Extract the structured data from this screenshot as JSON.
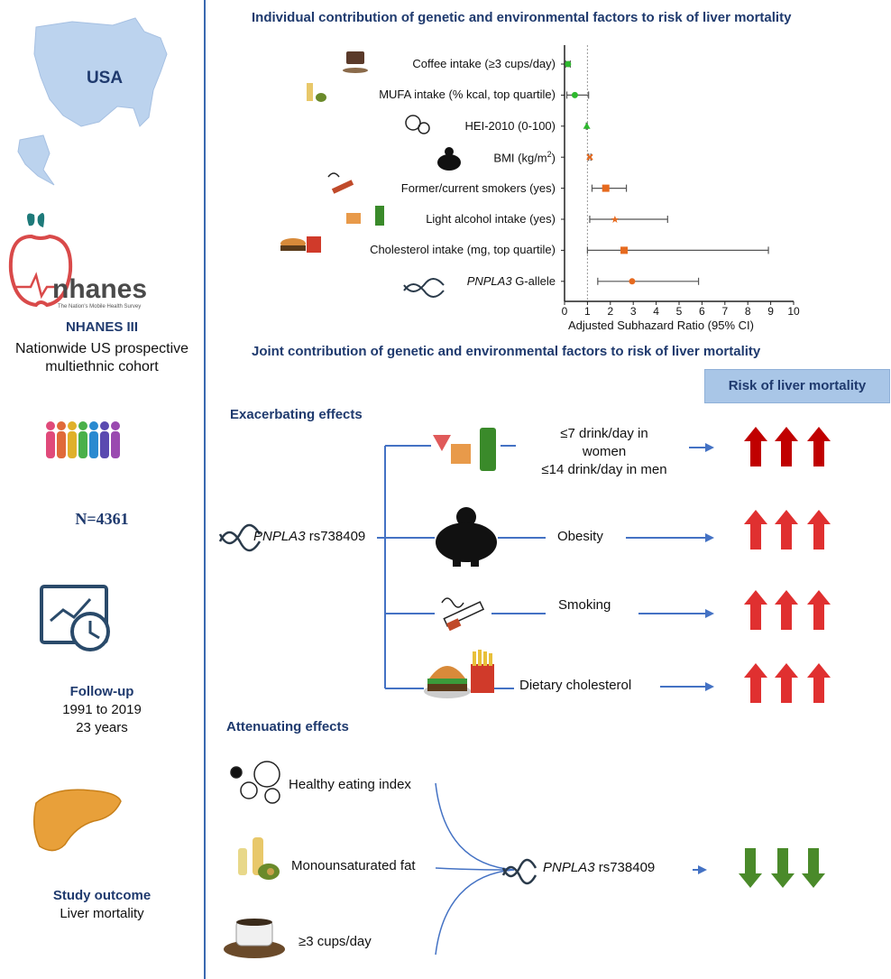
{
  "left": {
    "map_label": "USA",
    "logo_text": "nhanes",
    "logo_tagline": "The Nation's Mobile Health Survey",
    "cohort_title": "NHANES III",
    "cohort_desc_1": "Nationwide US prospective",
    "cohort_desc_2": "multiethnic cohort",
    "sample_size": "N=4361",
    "followup_title": "Follow-up",
    "followup_years": "1991 to 2019",
    "followup_duration": "23 years",
    "outcome_title": "Study outcome",
    "outcome_value": "Liver mortality"
  },
  "forest": {
    "title": "Individual contribution of genetic and environmental factors to risk of liver mortality",
    "xlabel": "Adjusted Subhazard Ratio (95% CI)"
  },
  "chart_data": {
    "type": "scatter",
    "title": "Individual contribution of genetic and environmental factors to risk of liver mortality",
    "xlabel": "Adjusted Subhazard Ratio (95% CI)",
    "xlim": [
      0,
      10
    ],
    "xticks": [
      "0",
      "1",
      "2",
      "3",
      "4",
      "5",
      "6",
      "7",
      "8",
      "9",
      "10"
    ],
    "reference_line": 1,
    "rows": [
      {
        "label_pre": "",
        "label_italic": "",
        "label_post": "Coffee intake (≥3 cups/day)",
        "est": 0.15,
        "lo": 0.05,
        "hi": 0.25,
        "marker": "circle",
        "color": "#2eb82e"
      },
      {
        "label_pre": "",
        "label_italic": "",
        "label_post": "MUFA  intake (% kcal, top quartile)",
        "est": 0.45,
        "lo": 0.1,
        "hi": 1.05,
        "marker": "circle",
        "color": "#2eb82e"
      },
      {
        "label_pre": "",
        "label_italic": "",
        "label_post": "HEI-2010 (0-100)",
        "est": 0.97,
        "lo": 0.95,
        "hi": 0.99,
        "marker": "triangle",
        "color": "#2eb82e"
      },
      {
        "label_pre": "BMI (kg/m",
        "label_italic": "",
        "label_post": "",
        "label_sup": "2",
        "label_end": ")",
        "est": 1.1,
        "lo": 1.05,
        "hi": 1.15,
        "marker": "x",
        "color": "#e66a1f"
      },
      {
        "label_pre": "",
        "label_italic": "",
        "label_post": "Former/current smokers (yes)",
        "est": 1.8,
        "lo": 1.2,
        "hi": 2.7,
        "marker": "square",
        "color": "#e66a1f"
      },
      {
        "label_pre": "",
        "label_italic": "",
        "label_post": "Light alcohol intake (yes)",
        "est": 2.2,
        "lo": 1.1,
        "hi": 4.5,
        "marker": "star",
        "color": "#e66a1f"
      },
      {
        "label_pre": "",
        "label_italic": "",
        "label_post": "Cholesterol intake (mg, top quartile)",
        "est": 2.6,
        "lo": 1.0,
        "hi": 8.9,
        "marker": "square",
        "color": "#e66a1f"
      },
      {
        "label_pre": "",
        "label_italic": "PNPLA3",
        "label_post": " G-allele",
        "est": 2.95,
        "lo": 1.45,
        "hi": 5.85,
        "marker": "circle",
        "color": "#e66a1f"
      }
    ]
  },
  "joint": {
    "title": "Joint contribution of genetic and environmental factors to risk of liver mortality",
    "risk_header": "Risk of liver mortality",
    "exacerbating_title": "Exacerbating effects",
    "gene_italic": "PNPLA3",
    "gene_rest": " rs738409",
    "alcohol_line1": "≤7 drink/day in",
    "alcohol_line2": "women",
    "alcohol_line3": "≤14 drink/day in men",
    "obesity": "Obesity",
    "smoking": "Smoking",
    "cholesterol": "Dietary cholesterol",
    "attenuating_title": "Attenuating effects",
    "hei": "Healthy eating index",
    "mufa": "Monounsaturated fat",
    "coffee": "≥3 cups/day"
  },
  "colors": {
    "navy": "#1f3a6e",
    "divider": "#3a68b0",
    "arrow_blue": "#4472c4",
    "up_dark": "#c00000",
    "up_red": "#e03030",
    "down_green": "#4a8a2a",
    "risk_box": "#a9c6e7"
  },
  "icons": [
    "usa-map-icon",
    "nhanes-apple-icon",
    "people-icon",
    "follow-up-chart-clock-icon",
    "liver-icon",
    "coffee-icon",
    "olive-oil-icon",
    "vegetables-icon",
    "body-icon",
    "cigarette-icon",
    "drinks-icon",
    "burger-fries-icon",
    "dna-icon"
  ]
}
